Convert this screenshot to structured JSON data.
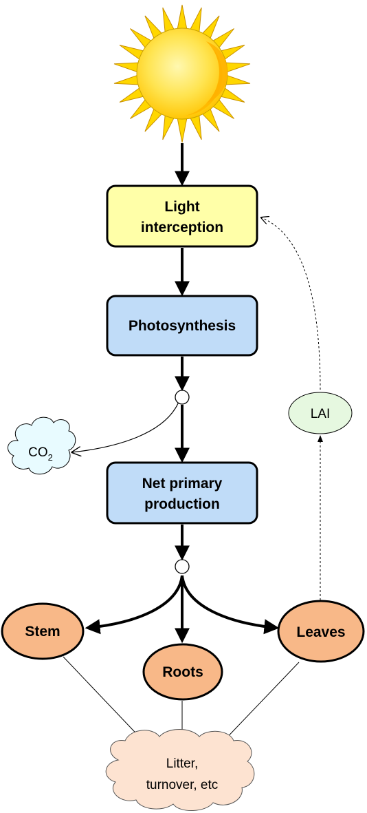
{
  "diagram": {
    "nodes": {
      "sun": {
        "icon": "sun-icon"
      },
      "light_interception": {
        "line1": "Light",
        "line2": "interception",
        "color": "#ffffa8"
      },
      "photosynthesis": {
        "label": "Photosynthesis",
        "color": "#c0dcf8"
      },
      "net_primary_production": {
        "line1": "Net primary",
        "line2": "production",
        "color": "#c0dcf8"
      },
      "co2": {
        "label": "CO",
        "subscript": "2",
        "color": "#e8fbff"
      },
      "lai": {
        "label": "LAI",
        "color": "#e6f8e0"
      },
      "stem": {
        "label": "Stem",
        "color": "#f8b888"
      },
      "roots": {
        "label": "Roots",
        "color": "#f8b888"
      },
      "leaves": {
        "label": "Leaves",
        "color": "#f8b888"
      },
      "litter": {
        "line1": "Litter,",
        "line2": "turnover, etc",
        "color": "#fde3d1"
      }
    },
    "colors": {
      "sun_outer": "#ffd700",
      "sun_inner": "#ffa500",
      "stroke": "#000000"
    }
  }
}
